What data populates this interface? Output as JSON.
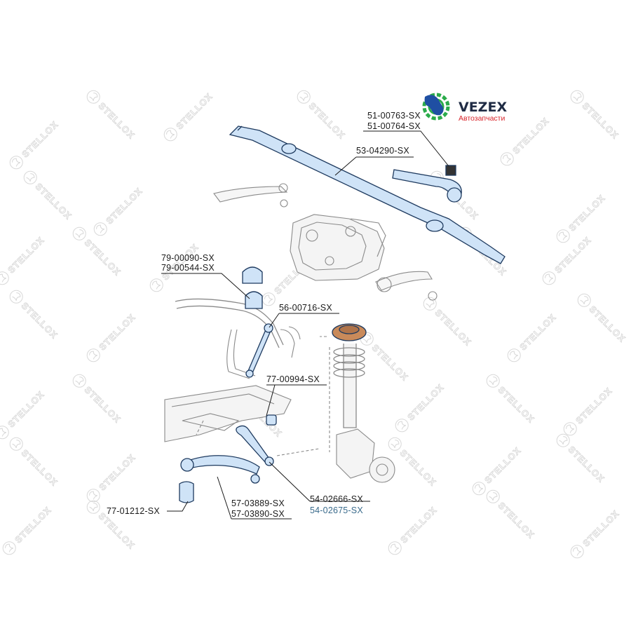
{
  "brand": {
    "name": "VEZEX",
    "subtitle": "Автозапчасти",
    "colors": {
      "gear": "#2bab4a",
      "wrench": "#1f4fa3",
      "text": "#1f2b44",
      "sub": "#d8232a"
    }
  },
  "watermark": {
    "text": "STELLOX",
    "color": "#d8d8d8"
  },
  "part_labels": {
    "tie_rod_end_a": "51-00763-SX",
    "tie_rod_end_b": "51-00764-SX",
    "tie_rod": "53-04290-SX",
    "stab_bush_a": "79-00090-SX",
    "stab_bush_b": "79-00544-SX",
    "stab_link": "56-00716-SX",
    "strut_bush": "77-00994-SX",
    "arm_bush": "77-01212-SX",
    "lower_arm_a": "57-03889-SX",
    "lower_arm_b": "57-03890-SX",
    "control_arm_a": "54-02666-SX",
    "control_arm_b": "54-02675-SX"
  },
  "colors": {
    "part_blue": "#cfe3f7",
    "part_outline": "#1e3a5f",
    "mount_orange": "#c98a5a",
    "label_blue": "#3a6b8c",
    "line": "#333333"
  }
}
